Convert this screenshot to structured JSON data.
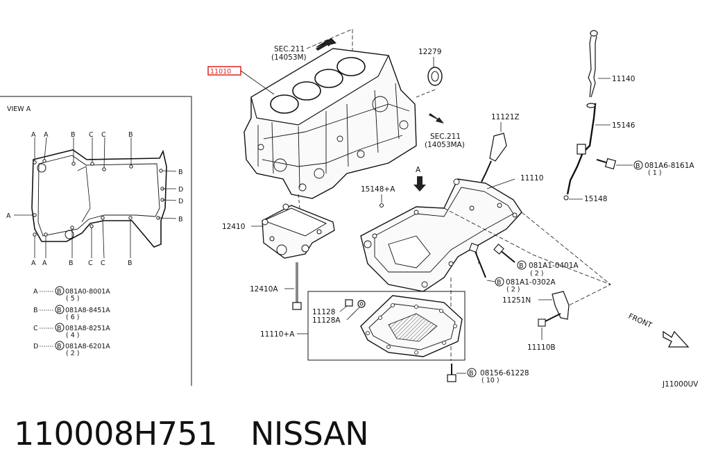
{
  "diagram": {
    "view_a": {
      "title": "VIEW A",
      "top_letters": [
        "A",
        "A",
        "B",
        "C",
        "C",
        "B"
      ],
      "bottom_letters": [
        "A",
        "A",
        "B",
        "C",
        "C",
        "B"
      ],
      "right_letters": [
        "B",
        "D",
        "D",
        "B"
      ],
      "left_letter": "A",
      "legend": [
        {
          "key": "A",
          "part": "081A0-8001A",
          "qty": "( 5 )"
        },
        {
          "key": "B",
          "part": "081A8-8451A",
          "qty": "( 6 )"
        },
        {
          "key": "C",
          "part": "081A8-8251A",
          "qty": "( 4 )"
        },
        {
          "key": "D",
          "part": "081A8-6201A",
          "qty": "( 2 )"
        }
      ],
      "bullet": "B"
    },
    "labels": {
      "sec211_top": "SEC.211",
      "sec211_top_sub": "(14053M)",
      "sec211_mid": "SEC.211",
      "sec211_mid_sub": "(14053MA)",
      "highlight": "11010",
      "p12279": "12279",
      "p11140": "11140",
      "p11121z": "11121Z",
      "p15146": "15146",
      "p081a6": "081A6-8161A",
      "p081a6_qty": "( 1 )",
      "arrow_a": "A",
      "p11110": "11110",
      "p15148a": "15148+A",
      "p15148": "15148",
      "p12410": "12410",
      "p081a1_0401": "081A1-0401A",
      "p081a1_0401_qty": "( 2 )",
      "p081a1_0302": "081A1-0302A",
      "p081a1_0302_qty": "( 2 )",
      "p12410a": "12410A",
      "p11251n": "11251N",
      "p11128": "11128",
      "p11128a": "11128A",
      "p11110a": "11110+A",
      "p11110b": "11110B",
      "front": "FRONT",
      "p08156": "08156-61228",
      "p08156_qty": "( 10 )",
      "diagram_id": "J11000UV"
    }
  },
  "footer": {
    "part_number": "110008H751",
    "brand": "NISSAN"
  },
  "colors": {
    "highlight": "#e02020",
    "ink": "#111111"
  }
}
